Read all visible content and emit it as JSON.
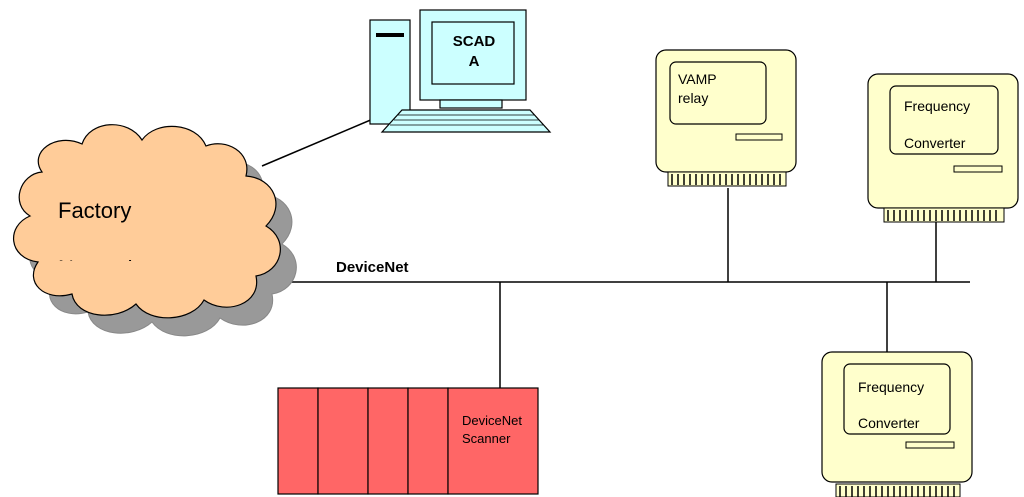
{
  "diagram": {
    "bus_label": "DeviceNet",
    "cloud": {
      "label_line1": "Factory",
      "label_line2": "Network"
    },
    "scada": {
      "line1": "SCAD",
      "line2": "A"
    },
    "vamp": {
      "line1": "VAMP",
      "line2": "relay"
    },
    "freq_top": {
      "line1": "Frequency",
      "line2": "Converter"
    },
    "freq_bottom": {
      "line1": "Frequency",
      "line2": "Converter"
    },
    "plc": {
      "line1": "DeviceNet",
      "line2": "Scanner"
    }
  },
  "colors": {
    "device_fill": "#ffffcc",
    "monitor_fill": "#ccffff",
    "cloud_fill": "#ffcc99",
    "cloud_shadow": "#999999",
    "plc_fill": "#ff6666"
  }
}
